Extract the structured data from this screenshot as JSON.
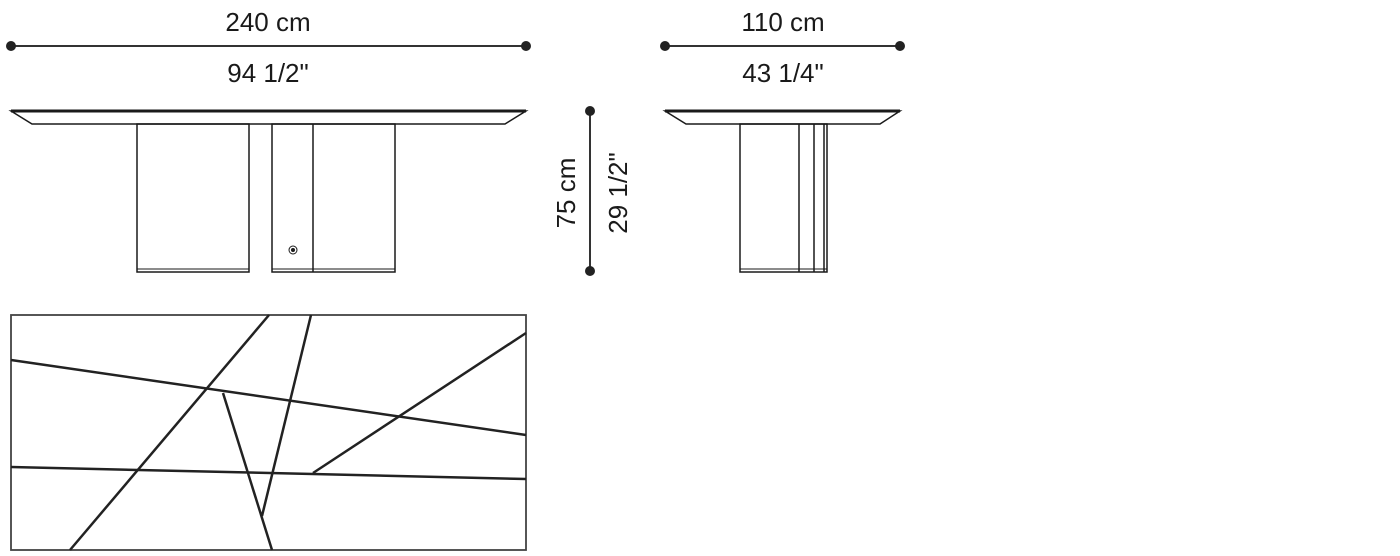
{
  "dimensions": {
    "length": {
      "metric": "240 cm",
      "imperial": "94 1/2\""
    },
    "depth": {
      "metric": "110 cm",
      "imperial": "43 1/4\""
    },
    "height": {
      "metric": "75 cm",
      "imperial": "29 1/2\""
    }
  },
  "views": {
    "front": "front-elevation",
    "side": "side-elevation",
    "plan": "top-plan"
  },
  "colors": {
    "line": "#1a1a1a",
    "background": "#ffffff"
  }
}
